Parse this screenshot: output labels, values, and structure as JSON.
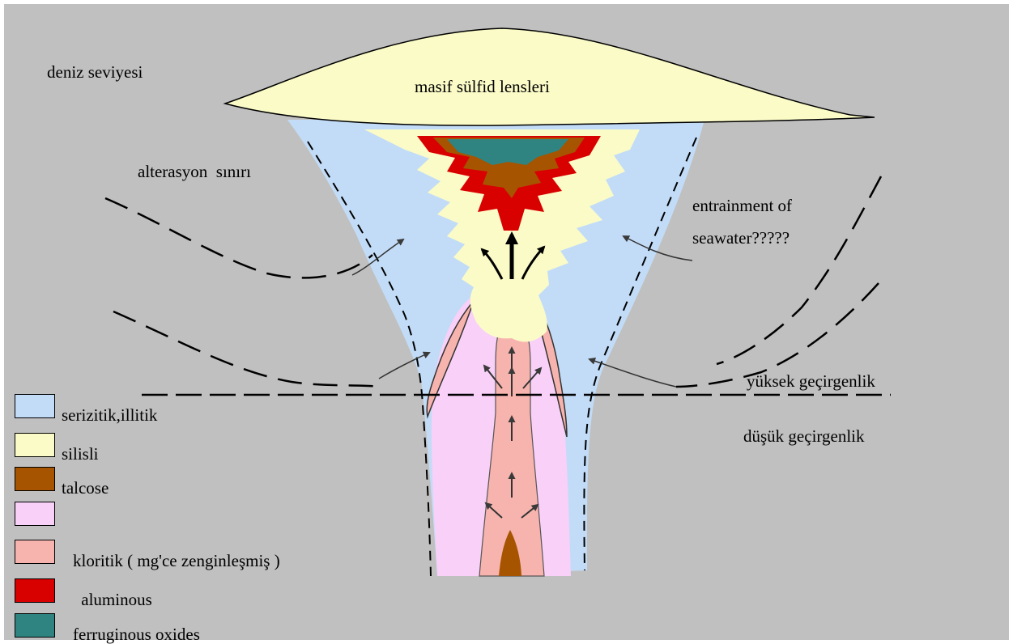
{
  "labels": {
    "sea_level": "deniz seviyesi",
    "lens": "masif sülfid lensleri",
    "alteration_boundary": "alterasyon  sınırı",
    "entrainment_line1": "entrainment of",
    "entrainment_line2": "seawater?????",
    "high_permeability": "yüksek geçirgenlik",
    "low_permeability": "düşük geçirgenlik"
  },
  "legend": [
    {
      "label": "serizitik,illitik",
      "color": "#c2dcf7"
    },
    {
      "label": "silisli",
      "color": "#fbfbc8"
    },
    {
      "label": "talcose",
      "color": "#a65400"
    },
    {
      "label": "",
      "color": "#f8d0f8"
    },
    {
      "label": "kloritik ( mg'ce zenginleşmiş )",
      "color": "#f7b4ae"
    },
    {
      "label": " aluminous",
      "color": "#d90000"
    },
    {
      "label": "ferruginous oxides",
      "color": "#2f8482"
    }
  ],
  "colors": {
    "background": "#c0c0c0",
    "lens": "#fbfbc8",
    "sericitic": "#c2dcf7",
    "siliceous": "#fbfbc8",
    "talcose": "#a65400",
    "aluminous": "#d90000",
    "ferruginous": "#2f8482",
    "pink_zone": "#f8d0f8",
    "chloritic": "#f7b4ae"
  }
}
